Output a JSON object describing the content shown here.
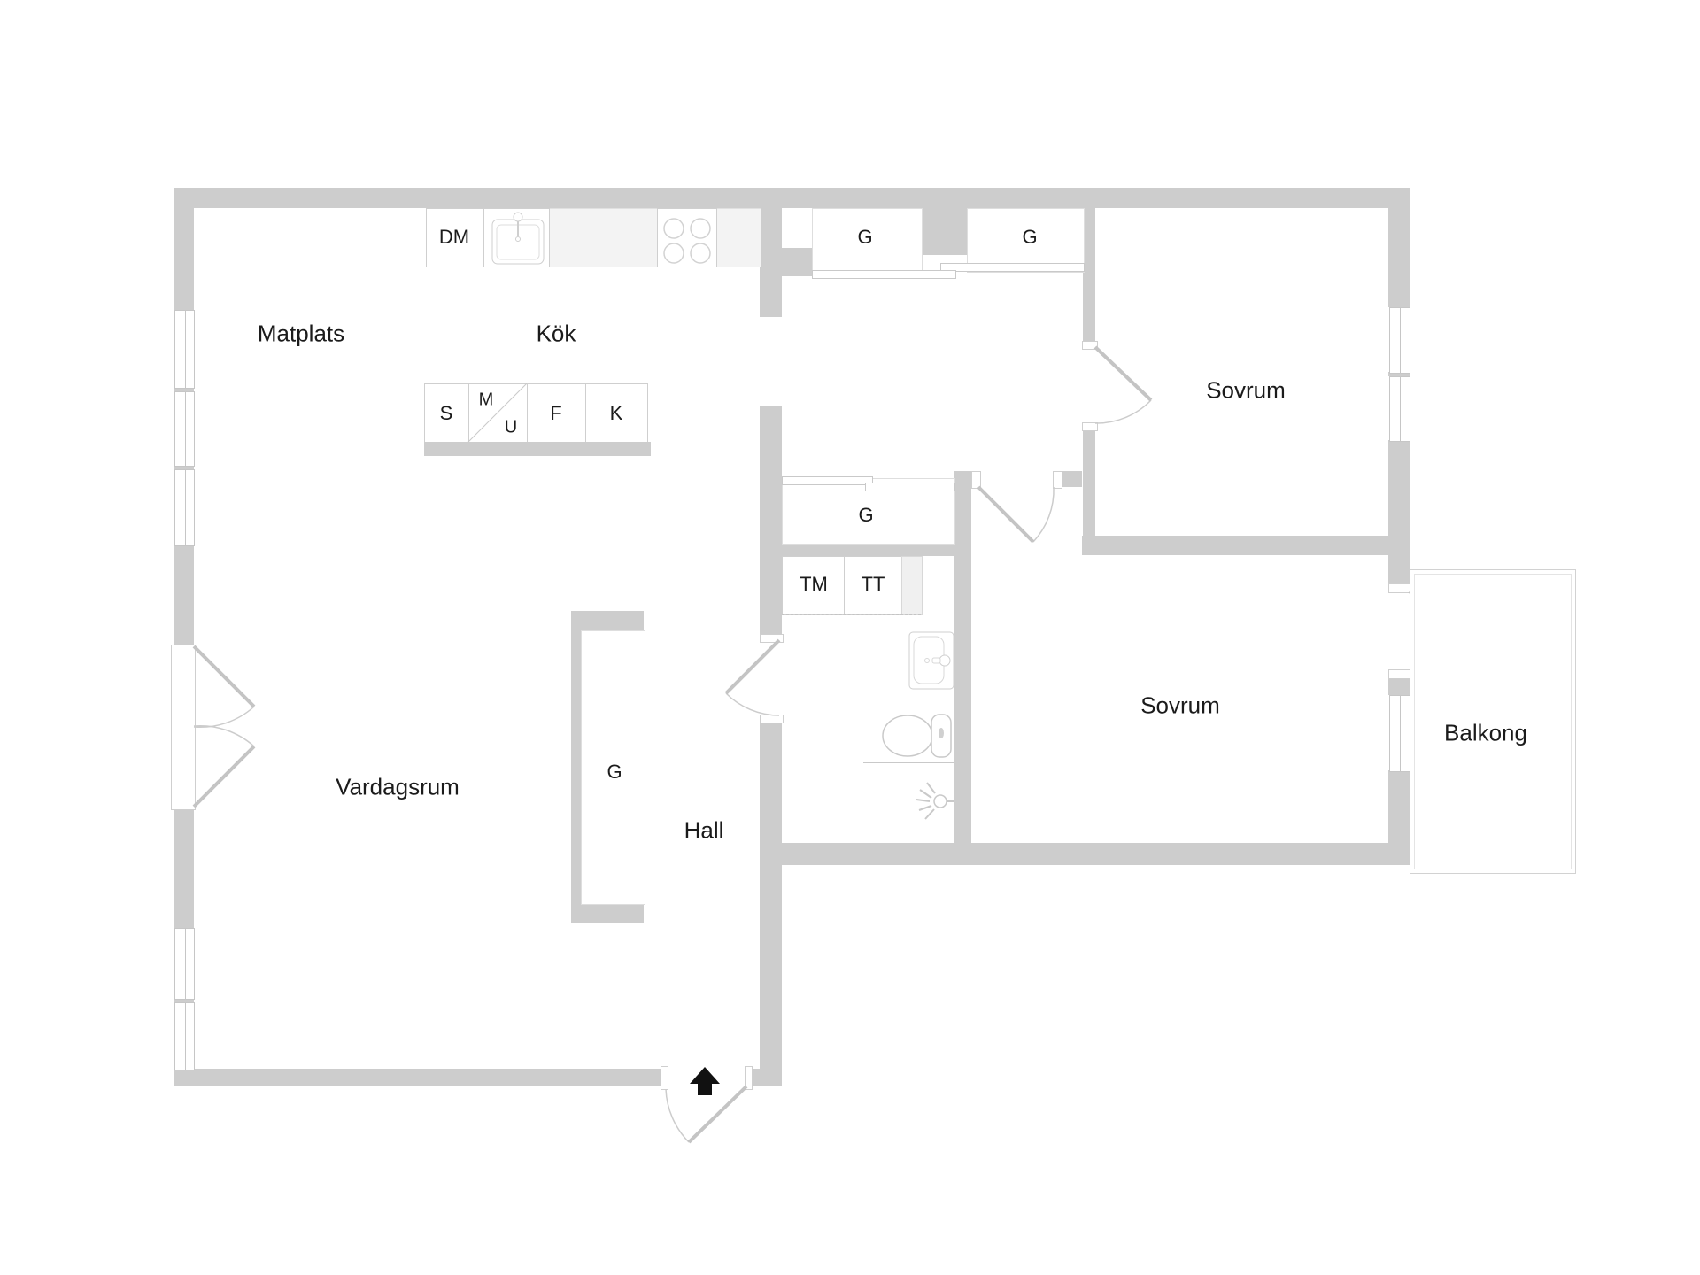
{
  "meta": {
    "title": "Apartment floor plan",
    "language": "sv"
  },
  "colors": {
    "wall": "#cdcdcd",
    "counter_fill": "#f3f3f3",
    "fixture_line": "#c6c6c6",
    "text": "#1b1b1b",
    "background": "#ffffff",
    "entrance_arrow": "#111111"
  },
  "rooms": {
    "matplats": {
      "label": "Matplats"
    },
    "kok": {
      "label": "Kök"
    },
    "sovrum1": {
      "label": "Sovrum"
    },
    "sovrum2": {
      "label": "Sovrum"
    },
    "vardagsrum": {
      "label": "Vardagsrum"
    },
    "hall": {
      "label": "Hall"
    },
    "balkong": {
      "label": "Balkong"
    }
  },
  "closets": {
    "top_left": "G",
    "top_right": "G",
    "corridor": "G",
    "vardagsrum": "G"
  },
  "appliances": {
    "dishwasher": "DM",
    "washing_machine": "TM",
    "dryer": "TT"
  },
  "kitchen_units": {
    "s": "S",
    "m": "M",
    "u": "U",
    "f": "F",
    "k": "K"
  }
}
